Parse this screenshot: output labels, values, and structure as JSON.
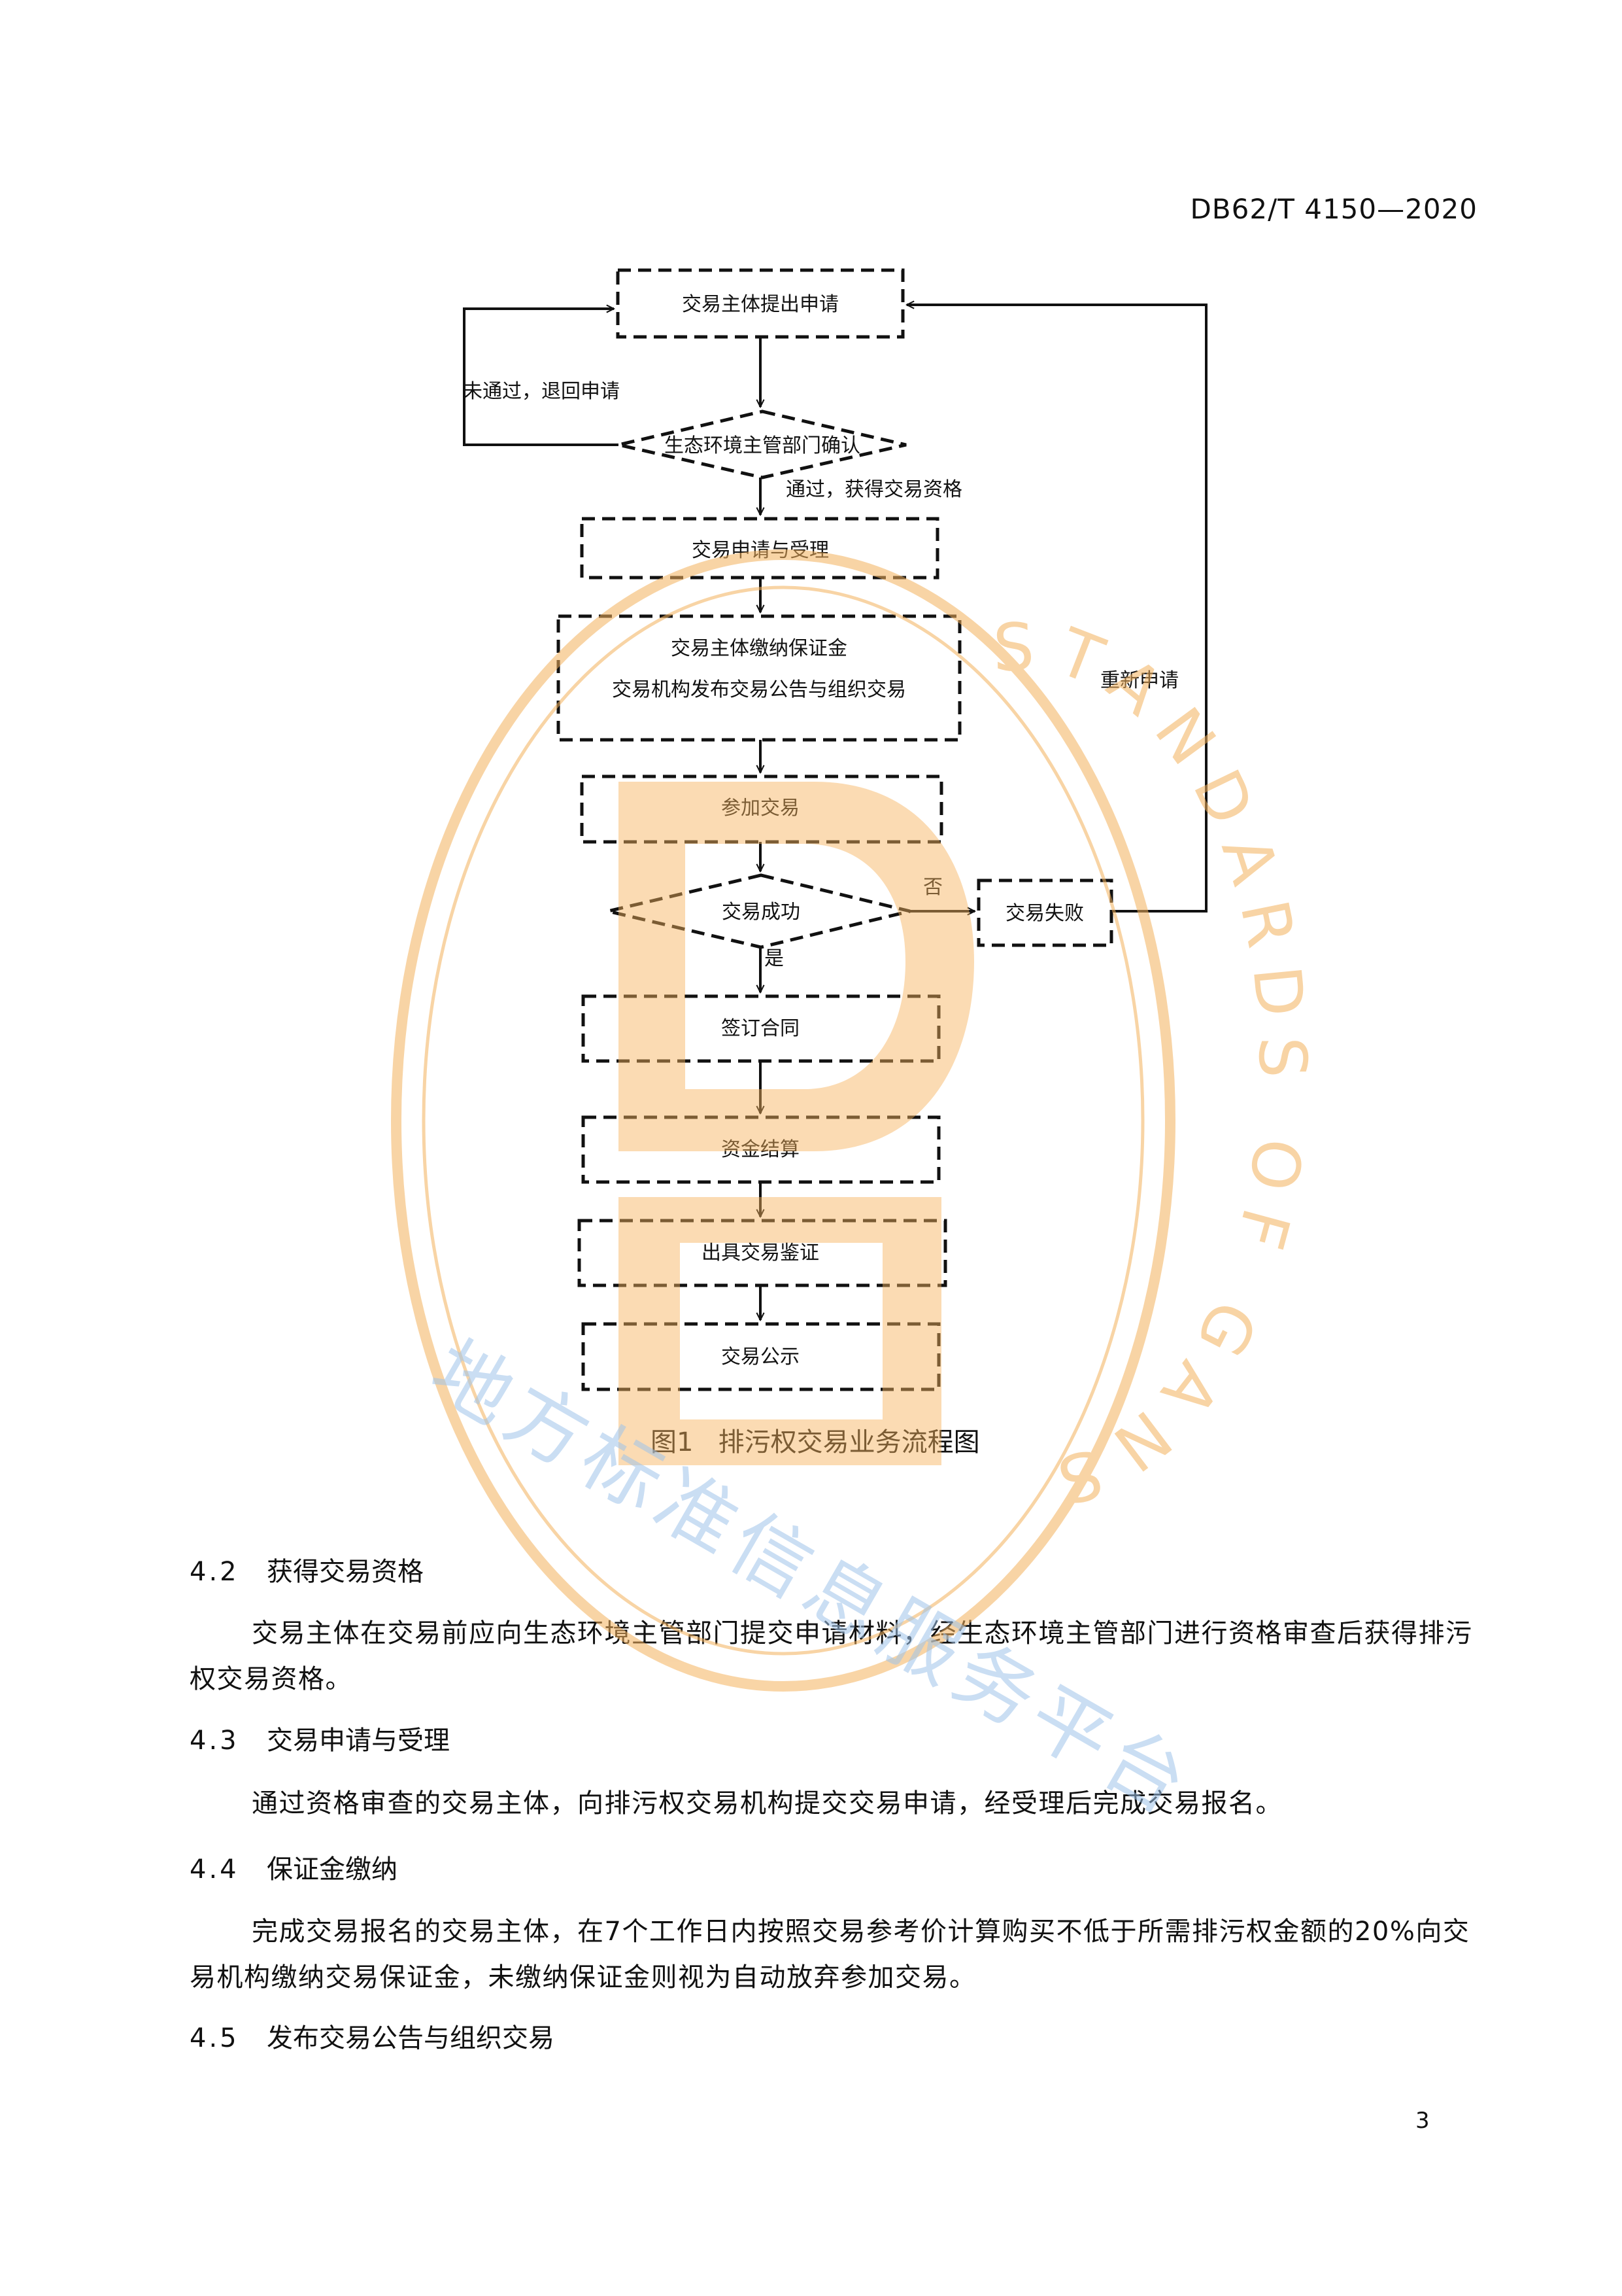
{
  "header": {
    "doc_code": "DB62/T 4150—2020"
  },
  "flowchart": {
    "nodes": {
      "apply": "交易主体提出申请",
      "confirm": "生态环境主管部门确认",
      "accept": "交易申请与受理",
      "deposit_line1": "交易主体缴纳保证金",
      "deposit_line2": "交易机构发布交易公告与组织交易",
      "participate": "参加交易",
      "success": "交易成功",
      "fail": "交易失败",
      "contract": "签订合同",
      "settle": "资金结算",
      "certify": "出具交易鉴证",
      "publicize": "交易公示"
    },
    "labels": {
      "rejected": "未通过，退回申请",
      "passed": "通过，获得交易资格",
      "reapply": "重新申请",
      "no": "否",
      "yes": "是"
    },
    "caption": "图1   排污权交易业务流程图"
  },
  "sections": [
    {
      "number": "4.2",
      "title": "获得交易资格",
      "text": "交易主体在交易前应向生态环境主管部门提交申请材料，经生态环境主管部门进行资格审查后获得排污权交易资格。"
    },
    {
      "number": "4.3",
      "title": "交易申请与受理",
      "text": "通过资格审查的交易主体，向排污权交易机构提交交易申请，经受理后完成交易报名。"
    },
    {
      "number": "4.4",
      "title": "保证金缴纳",
      "text": "完成交易报名的交易主体，在7个工作日内按照交易参考价计算购买不低于所需排污权金额的20%向交易机构缴纳交易保证金，未缴纳保证金则视为自动放弃参加交易。"
    },
    {
      "number": "4.5",
      "title": "发布交易公告与组织交易"
    }
  ],
  "footer": {
    "page_number": "3"
  },
  "watermark": {
    "arc_text": "STANDARDS OF GANSU",
    "diagonal_text": "地方标准信息服务平台",
    "colors": {
      "orange": "#f4b25c",
      "blue": "#9ec3ea"
    }
  }
}
